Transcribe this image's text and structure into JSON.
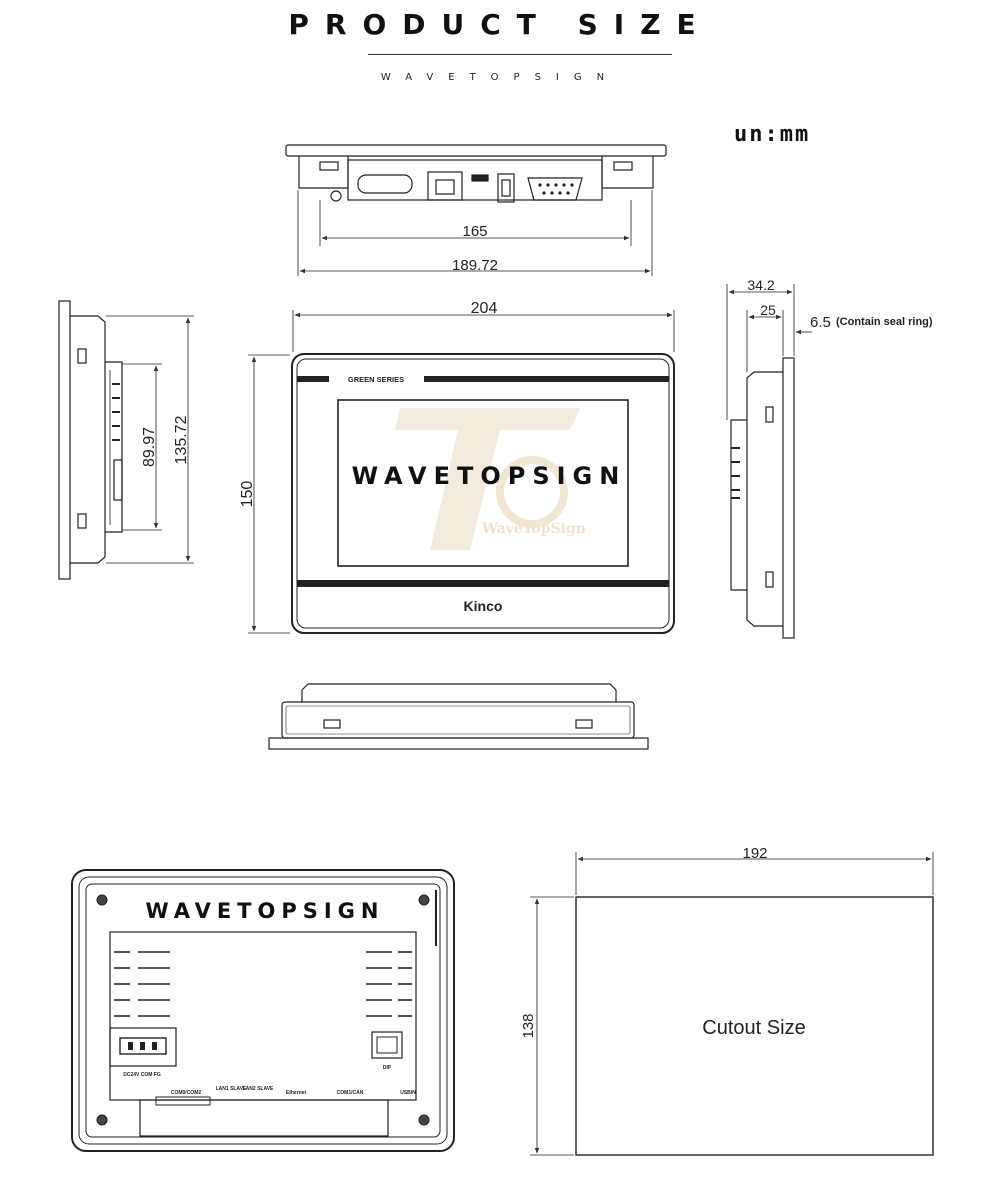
{
  "header": {
    "title": "PRODUCT SIZE",
    "subtitle": "WAVETOPSIGN",
    "unit": "un:mm"
  },
  "top_view": {
    "dim_inner": "165",
    "dim_outer": "189.72"
  },
  "front_view": {
    "width": "204",
    "height": "150",
    "series_label": "GREEN SERIES",
    "screen_text": "WAVETOPSIGN",
    "watermark": "WaveTopSign",
    "brand": "Kinco"
  },
  "left_view": {
    "dim_inner": "89.97",
    "dim_outer": "135.72"
  },
  "right_view": {
    "depth_total": "34.2",
    "depth_body": "25",
    "bezel": "6.5",
    "bezel_note": "(Contain seal ring)"
  },
  "rear_view": {
    "label": "WAVETOPSIGN",
    "power_label": "DC24V COM FG",
    "port_labels": [
      "COM0/COM2",
      "LAN1 SLAVE",
      "LAN2 SLAVE",
      "Ethernet",
      "COM1/CAN",
      "USBIN"
    ],
    "dip_label": "DIP"
  },
  "cutout": {
    "width": "192",
    "height": "138",
    "label": "Cutout Size"
  }
}
